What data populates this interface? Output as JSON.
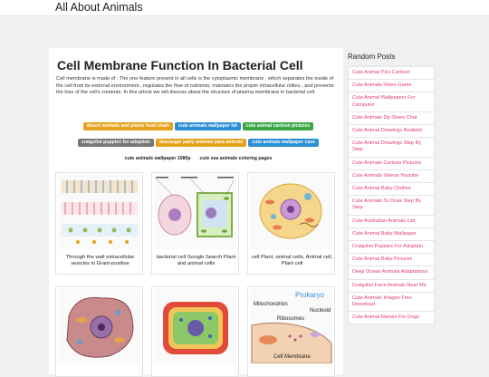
{
  "site": {
    "brand": "All About Animals"
  },
  "article": {
    "title": "Cell Membrane Function In Bacterial Cell",
    "intro": "Cell membrane is made of : The one feature present in all cells is the cytoplasmic membrane , which separates the inside of the cell from its external environment , regulates the flow of nutrients, maintains the proper intracellular milieu , and prevents the loss of the cell's contents. In this article we will discuss about the structure of plasma membrane in bacterial cell."
  },
  "tags": [
    {
      "label": "desert animals and plants food chain",
      "color": "#e5a21c"
    },
    {
      "label": "cute animals wallpaper hd",
      "color": "#2b8fd6"
    },
    {
      "label": "cute animal cartoon pictures",
      "color": "#3aa845"
    },
    {
      "label": "craigslist puppies for adoption",
      "color": "#777777"
    },
    {
      "label": "descargar party animals para android",
      "color": "#e5a21c"
    },
    {
      "label": "cute animals wallpaper cave",
      "color": "#2b8fd6"
    },
    {
      "label": "cute animals wallpaper 1080p",
      "color": ""
    },
    {
      "label": "cute sea animals coloring pages",
      "color": ""
    }
  ],
  "cards": [
    {
      "caption": "Through the wall extracellular vesicles in Gram-positive",
      "icon": "cell-wall-diagram-icon"
    },
    {
      "caption": "bacterial cell Google Search Plant and animal cells",
      "icon": "plant-animal-cell-diagram-icon"
    },
    {
      "caption": "cell Plant, animal cells, Animal cell, Plant cell",
      "icon": "cell-diagram-icon"
    },
    {
      "caption": "",
      "icon": "animal-cell-diagram-icon"
    },
    {
      "caption": "",
      "icon": "bacterial-cell-diagram-icon"
    },
    {
      "caption": "",
      "icon": "prokaryote-cell-diagram-icon",
      "labels": [
        "Prokaryo",
        "Mitochondrion",
        "Nucleoid",
        "Ribosomes",
        "Cell Membrane"
      ]
    }
  ],
  "sidebar": {
    "title": "Random Posts",
    "items": [
      "Cute Animal Pics Cartoon",
      "Cute Animals Video Game",
      "Cute Animal Wallpapers For Computer",
      "Cute Animals Dp Share Chat",
      "Cute Animal Drawings Realistic",
      "Cute Animal Drawings Step By Step",
      "Cute Animals Cartoon Pictures",
      "Cute Animals Videos Youtube",
      "Cute Animal Baby Clothes",
      "Cute Animals To Draw Step By Step",
      "Cute Australian Animals List",
      "Cute Animal Baby Wallpaper",
      "Craigslist Puppies For Adoption",
      "Cute Animal Baby Pictures",
      "Deep Ocean Animals Adaptations",
      "Craigslist Farm Animals Near Me",
      "Cute Animals Images Free Download",
      "Cute Animal Names For Dogs"
    ]
  }
}
